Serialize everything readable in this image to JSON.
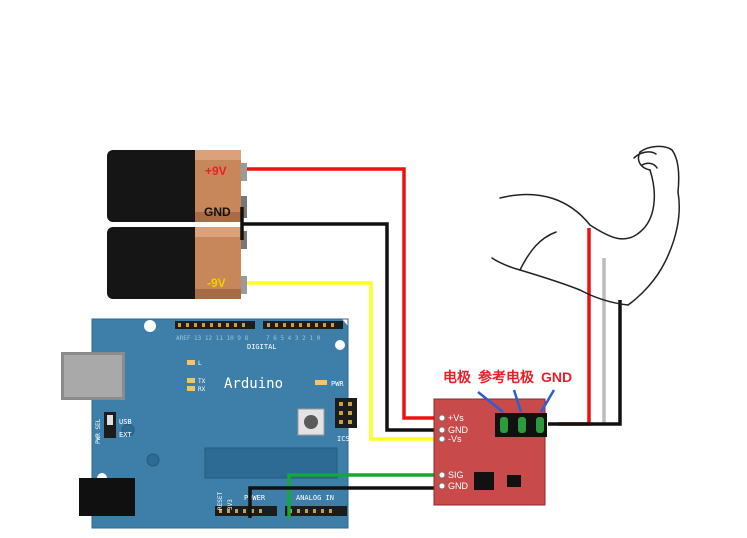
{
  "batteries": {
    "top_label": "+9V",
    "middle_label": "GND",
    "bottom_label": "-9V"
  },
  "arduino": {
    "brand": "Arduino",
    "digital_label": "DIGITAL",
    "analog_label": "ANALOG IN",
    "power_label": "POWER",
    "icsp_label": "ICSP",
    "pwr_label": "PWR",
    "usb_label": "USB",
    "ext_label": "EXT",
    "pwr_sel_label": "PWR SEL",
    "tx_label": "TX",
    "rx_label": "RX",
    "l_label": "L",
    "aref_label": "AREF",
    "reset_label": "RESET",
    "v33_label": "3V3"
  },
  "sensor_board": {
    "pin_vs_plus": "+Vs",
    "pin_gnd_top": "GND",
    "pin_vs_minus": "-Vs",
    "pin_sig": "SIG",
    "pin_gnd_bottom": "GND"
  },
  "electrodes": {
    "electrode_label": "电极",
    "reference_label": "参考电极",
    "gnd_label": "GND"
  },
  "colors": {
    "red_wire": "#ee1111",
    "black_wire": "#111111",
    "yellow_wire": "#ffff22",
    "green_wire": "#11aa33",
    "gray_wire": "#bbbbbb",
    "board_blue": "#3d7fa9",
    "sensor_red": "#c84a4a",
    "label_red": "#e8202a",
    "battery_copper": "#c7875a"
  }
}
